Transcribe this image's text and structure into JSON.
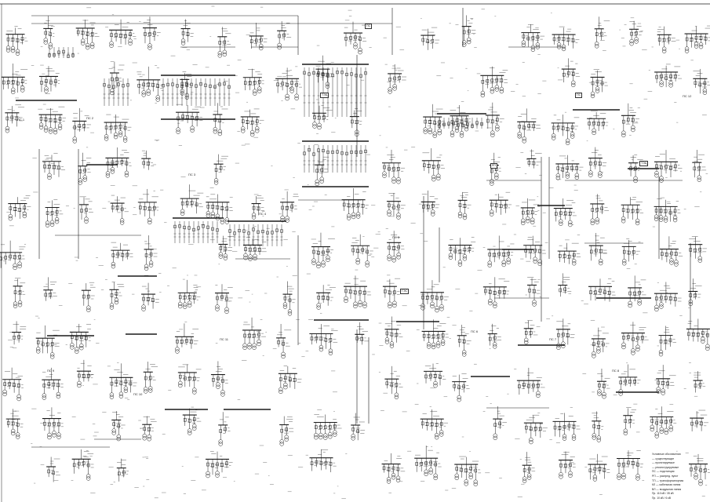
{
  "sheet": {
    "blocks": [
      {
        "label": "ПС 1"
      },
      {
        "label": "ПС 2"
      },
      {
        "label": "ПС 3"
      },
      {
        "label": "ПС 4"
      },
      {
        "label": "ПС 5"
      },
      {
        "label": "ПС 6"
      },
      {
        "label": "ПС 7"
      },
      {
        "label": "ПС 8"
      },
      {
        "label": "ПС 9"
      },
      {
        "label": "ПС 10"
      },
      {
        "label": "ПС 11"
      },
      {
        "label": "ПС 12"
      }
    ],
    "boxes": [
      {
        "label": "ТЭЦ"
      },
      {
        "label": "ГЭС"
      },
      {
        "label": "РП"
      },
      {
        "label": "ПС"
      },
      {
        "label": "ТЭЦ"
      },
      {
        "label": "ПС"
      }
    ]
  },
  "legend": {
    "lines": [
      "Условные обозначения",
      "— существующие",
      "— проектируемые",
      "— реконструируемые",
      "ПС — подстанция",
      "РП — распред. пункт",
      "ТП — трансформаторная",
      "КЛ — кабельная линия",
      "ВЛ — воздушная линия",
      "Пр. 110 кВ / 35 кВ",
      "Пр. 10 кВ / 6 кВ"
    ]
  }
}
